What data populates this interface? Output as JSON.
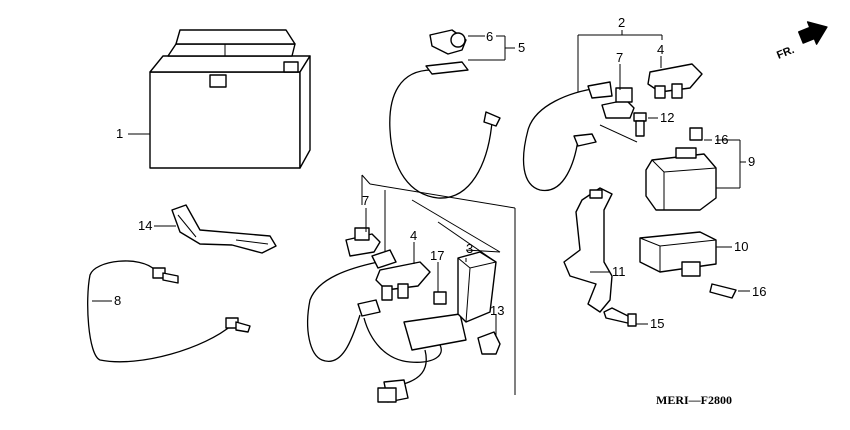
{
  "diagram": {
    "code": "MERI—F2800",
    "direction_label": "FR.",
    "callouts": [
      "1",
      "2",
      "3",
      "4",
      "4",
      "5",
      "6",
      "7",
      "7",
      "8",
      "9",
      "10",
      "11",
      "12",
      "13",
      "14",
      "15",
      "16",
      "16",
      "17"
    ]
  }
}
